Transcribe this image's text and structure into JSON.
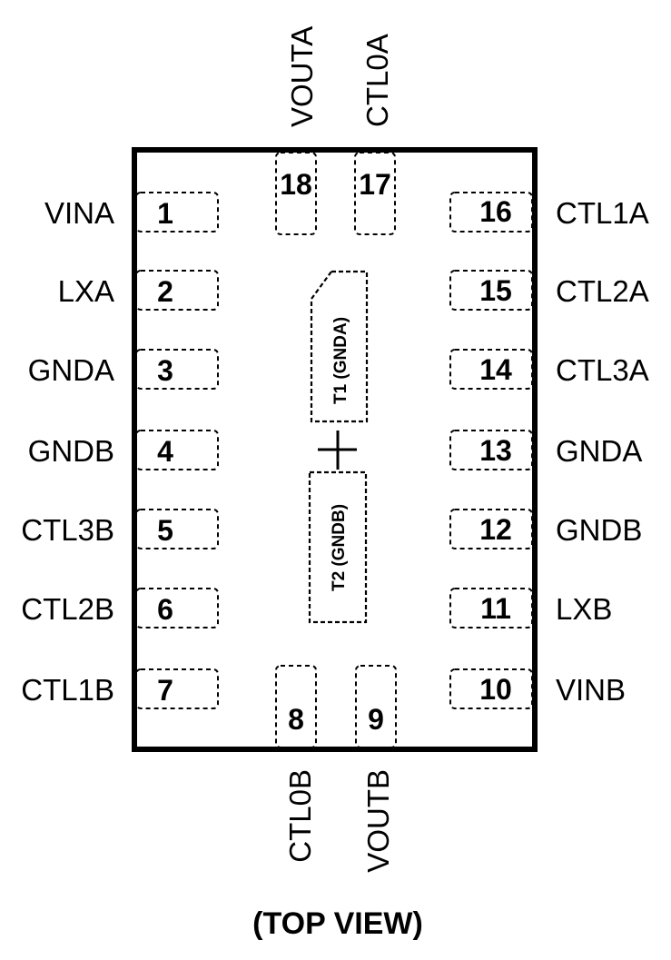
{
  "diagram": {
    "caption": "(TOP VIEW)",
    "left_pins": [
      {
        "num": "1",
        "name": "VINA"
      },
      {
        "num": "2",
        "name": "LXA"
      },
      {
        "num": "3",
        "name": "GNDA"
      },
      {
        "num": "4",
        "name": "GNDB"
      },
      {
        "num": "5",
        "name": "CTL3B"
      },
      {
        "num": "6",
        "name": "CTL2B"
      },
      {
        "num": "7",
        "name": "CTL1B"
      }
    ],
    "right_pins": [
      {
        "num": "16",
        "name": "CTL1A"
      },
      {
        "num": "15",
        "name": "CTL2A"
      },
      {
        "num": "14",
        "name": "CTL3A"
      },
      {
        "num": "13",
        "name": "GNDA"
      },
      {
        "num": "12",
        "name": "GNDB"
      },
      {
        "num": "11",
        "name": "LXB"
      },
      {
        "num": "10",
        "name": "VINB"
      }
    ],
    "top_pins": [
      {
        "num": "18",
        "name": "VOUTA"
      },
      {
        "num": "17",
        "name": "CTL0A"
      }
    ],
    "bottom_pins": [
      {
        "num": "8",
        "name": "CTL0B"
      },
      {
        "num": "9",
        "name": "VOUTB"
      }
    ],
    "thermal_pads": [
      {
        "label": "T1 (GNDA)"
      },
      {
        "label": "T2 (GNDB)"
      }
    ]
  }
}
